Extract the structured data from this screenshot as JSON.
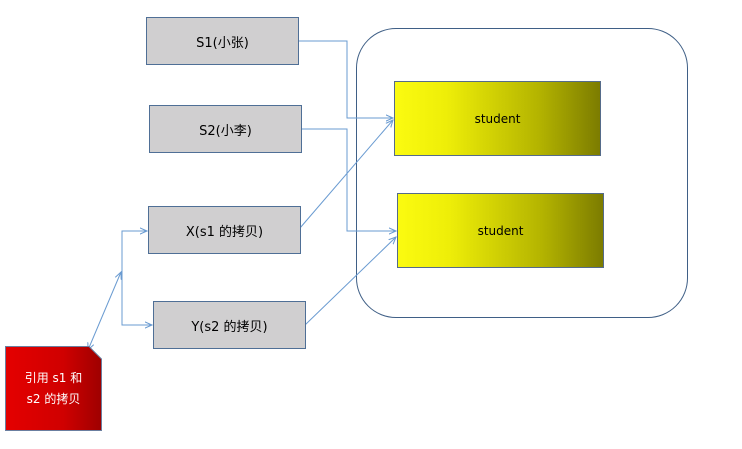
{
  "boxes": {
    "s1": "S1(小张)",
    "s2": "S2(小李)",
    "x": "X(s1 的拷贝)",
    "y": "Y(s2 的拷贝)"
  },
  "objects": {
    "top": "student",
    "bottom": "student"
  },
  "note": {
    "line1": "引用 s1 和",
    "line2": "s2 的拷贝"
  },
  "colors": {
    "box_fill": "#d0cfd0",
    "box_border": "#4f6f96",
    "connector": "#6a9bd1",
    "object_gradient_start": "#fbfb10",
    "object_gradient_end": "#7c7c00",
    "note_fill": "#e00000"
  }
}
